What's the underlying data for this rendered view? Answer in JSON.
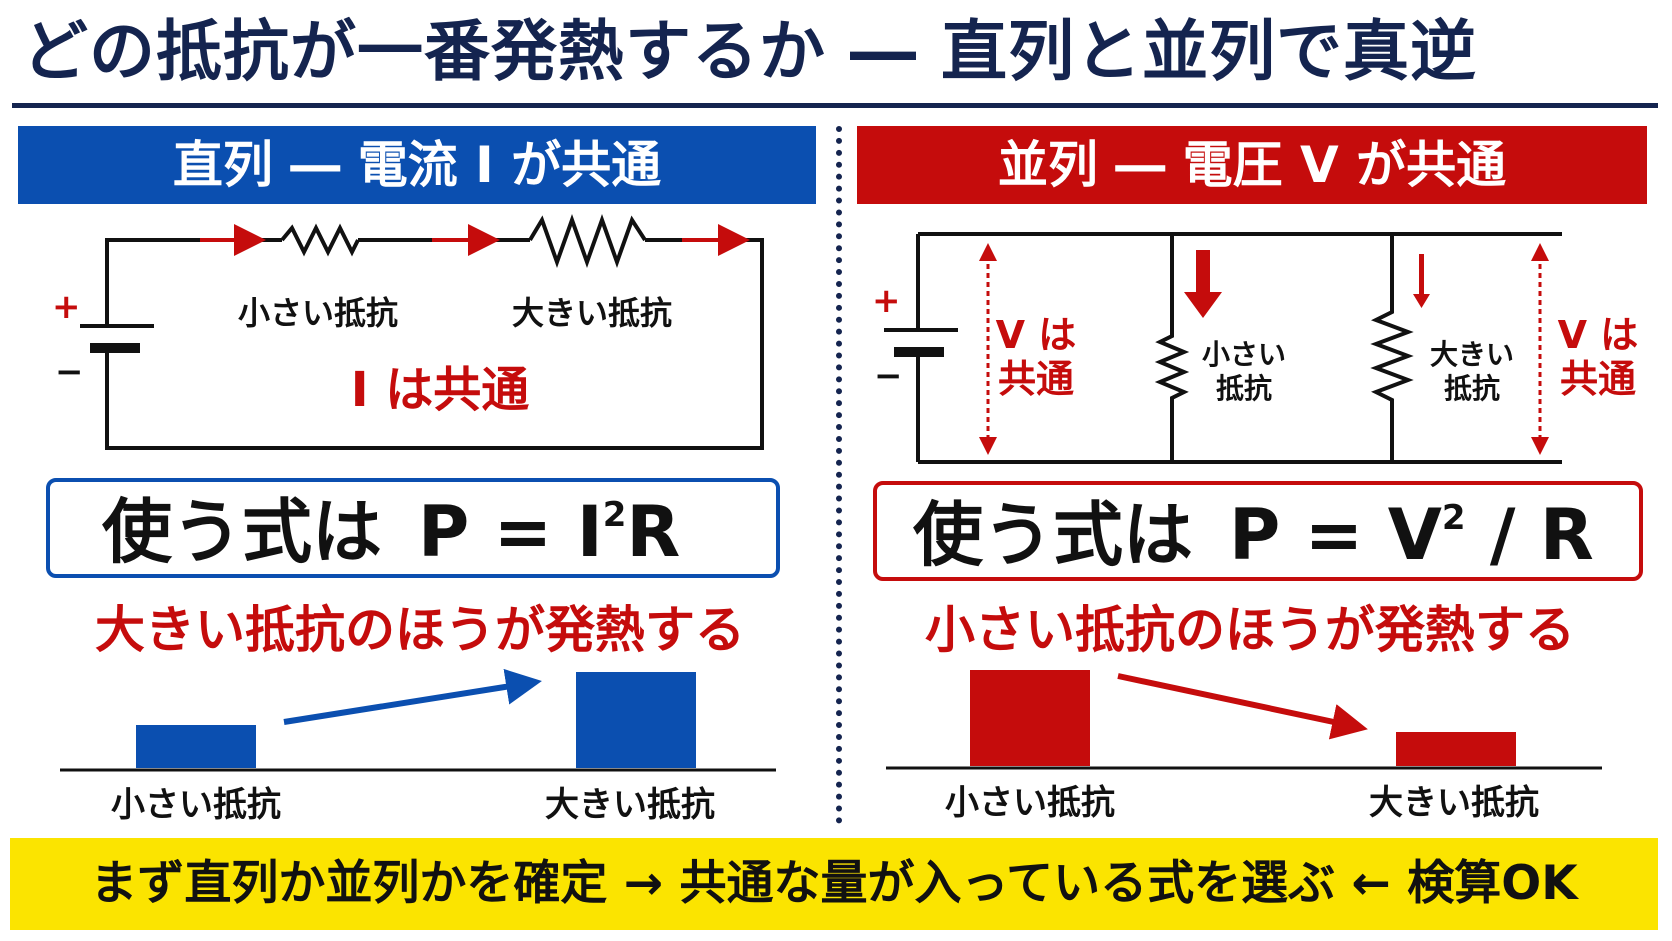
{
  "title": "どの抵抗が一番発熱するか ― 直列と並列で真逆",
  "series_section": {
    "header": "直列 ― 電流 I が共通",
    "resistor_small": "小さい抵抗",
    "resistor_large": "大きい抵抗",
    "common_note": "I は共通",
    "formula": {
      "prefix": "使う式は",
      "lhs": "P = I",
      "exp": "2",
      "rhs": "R"
    },
    "conclusion": "大きい抵抗のほうが発熱する",
    "bars": [
      {
        "label": "小さい抵抗",
        "value": 0.45
      },
      {
        "label": "大きい抵抗",
        "value": 1.0
      }
    ]
  },
  "parallel_section": {
    "header": "並列 ― 電圧 V が共通",
    "resistor_small_l1": "小さい",
    "resistor_small_l2": "抵抗",
    "resistor_large_l1": "大きい",
    "resistor_large_l2": "抵抗",
    "v_note_l1": "V は",
    "v_note_l2": "共通",
    "formula": {
      "prefix": "使う式は",
      "lhs": "P = V",
      "exp": "2",
      "rhs": " / R"
    },
    "conclusion": "小さい抵抗のほうが発熱する",
    "bars": [
      {
        "label": "小さい抵抗",
        "value": 1.0
      },
      {
        "label": "大きい抵抗",
        "value": 0.35
      }
    ]
  },
  "battery": {
    "plus": "+",
    "minus": "−"
  },
  "footer": "まず直列か並列かを確定 → 共通な量が入っている式を選ぶ ← 検算OK",
  "colors": {
    "navy": "#14244f",
    "blue": "#0b4fb0",
    "red": "#c50c0c",
    "yellow": "#fbe400"
  }
}
